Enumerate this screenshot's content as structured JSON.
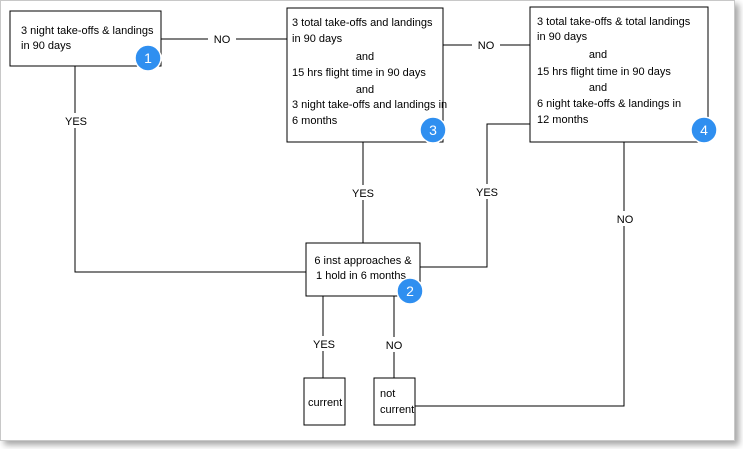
{
  "nodes": {
    "n1": {
      "lines": [
        "3 night take-offs & landings",
        "in 90 days"
      ],
      "badge": "1"
    },
    "n3": {
      "lines": [
        "3 total take-offs and landings",
        "in 90 days",
        "and",
        "15 hrs flight time in 90 days",
        "and",
        "3 night take-offs and landings in",
        "6 months"
      ],
      "badge": "3"
    },
    "n4": {
      "lines": [
        "3 total take-offs & total landings",
        "in 90 days",
        "and",
        "15 hrs flight time in 90 days",
        "and",
        "6 night take-offs & landings in",
        "12 months"
      ],
      "badge": "4"
    },
    "n2": {
      "lines": [
        "6 inst approaches &",
        "1 hold in 6 months"
      ],
      "badge": "2"
    },
    "current": {
      "lines": [
        "current"
      ]
    },
    "not_current": {
      "lines": [
        "not",
        "current"
      ]
    }
  },
  "edge_labels": {
    "n1_n3_no": "NO",
    "n3_n4_no": "NO",
    "n1_yes": "YES",
    "n3_yes": "YES",
    "n4_yes": "YES",
    "n4_no": "NO",
    "n2_yes": "YES",
    "n2_no": "NO"
  },
  "colors": {
    "badge": "#2f8ff0",
    "line": "#000000"
  }
}
